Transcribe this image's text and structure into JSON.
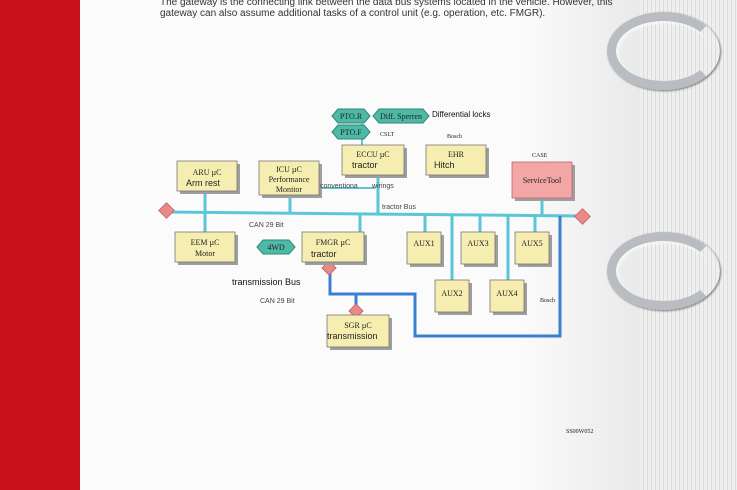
{
  "intro_text": "The gateway is the connecting link between the data bus systems located in the vehicle. However, this gateway can also assume additional tasks of a control unit (e.g. operation, etc. FMGR).",
  "diagram": {
    "tags": {
      "pto_r": "PTO.R",
      "diff_sperren": "Diff. Sperren",
      "pto_f": "PTO.F",
      "fourwd": "4WD"
    },
    "labels": {
      "differential_locks": "Differential locks",
      "cslt": "CSLT",
      "bosch_top": "Bosch",
      "case": "CASE",
      "conventional": "conventiona",
      "wirings": "wirings",
      "tractor_bus": "tractor Bus",
      "can_29_bit_1": "CAN 29 Bit",
      "transmission_bus": "transmission Bus",
      "can_29_bit_2": "CAN 29 Bit",
      "bosch_right": "Bosch",
      "figure_code": "SS00W052"
    },
    "boxes": {
      "ecco": {
        "line1": "ECCU µC",
        "line2": "tractor"
      },
      "ehr": {
        "line1": "EHR",
        "line2": "Hitch"
      },
      "aru": {
        "line1": "ARU µC",
        "line2": "Arm rest"
      },
      "icu": {
        "line1": "ICU µC",
        "line2": "Performance",
        "line3": "Monitor"
      },
      "servicetool": {
        "line1": "ServiceTool"
      },
      "eem": {
        "line1": "EEM µC",
        "line2": "Motor"
      },
      "fmgr": {
        "line1": "FMGR µC",
        "line2": "tractor"
      },
      "aux1": {
        "line1": "AUX1"
      },
      "aux3": {
        "line1": "AUX3"
      },
      "aux5": {
        "line1": "AUX5"
      },
      "aux2": {
        "line1": "AUX2"
      },
      "aux4": {
        "line1": "AUX4"
      },
      "sgr": {
        "line1": "SGR µC",
        "line2": "transmission"
      }
    }
  }
}
